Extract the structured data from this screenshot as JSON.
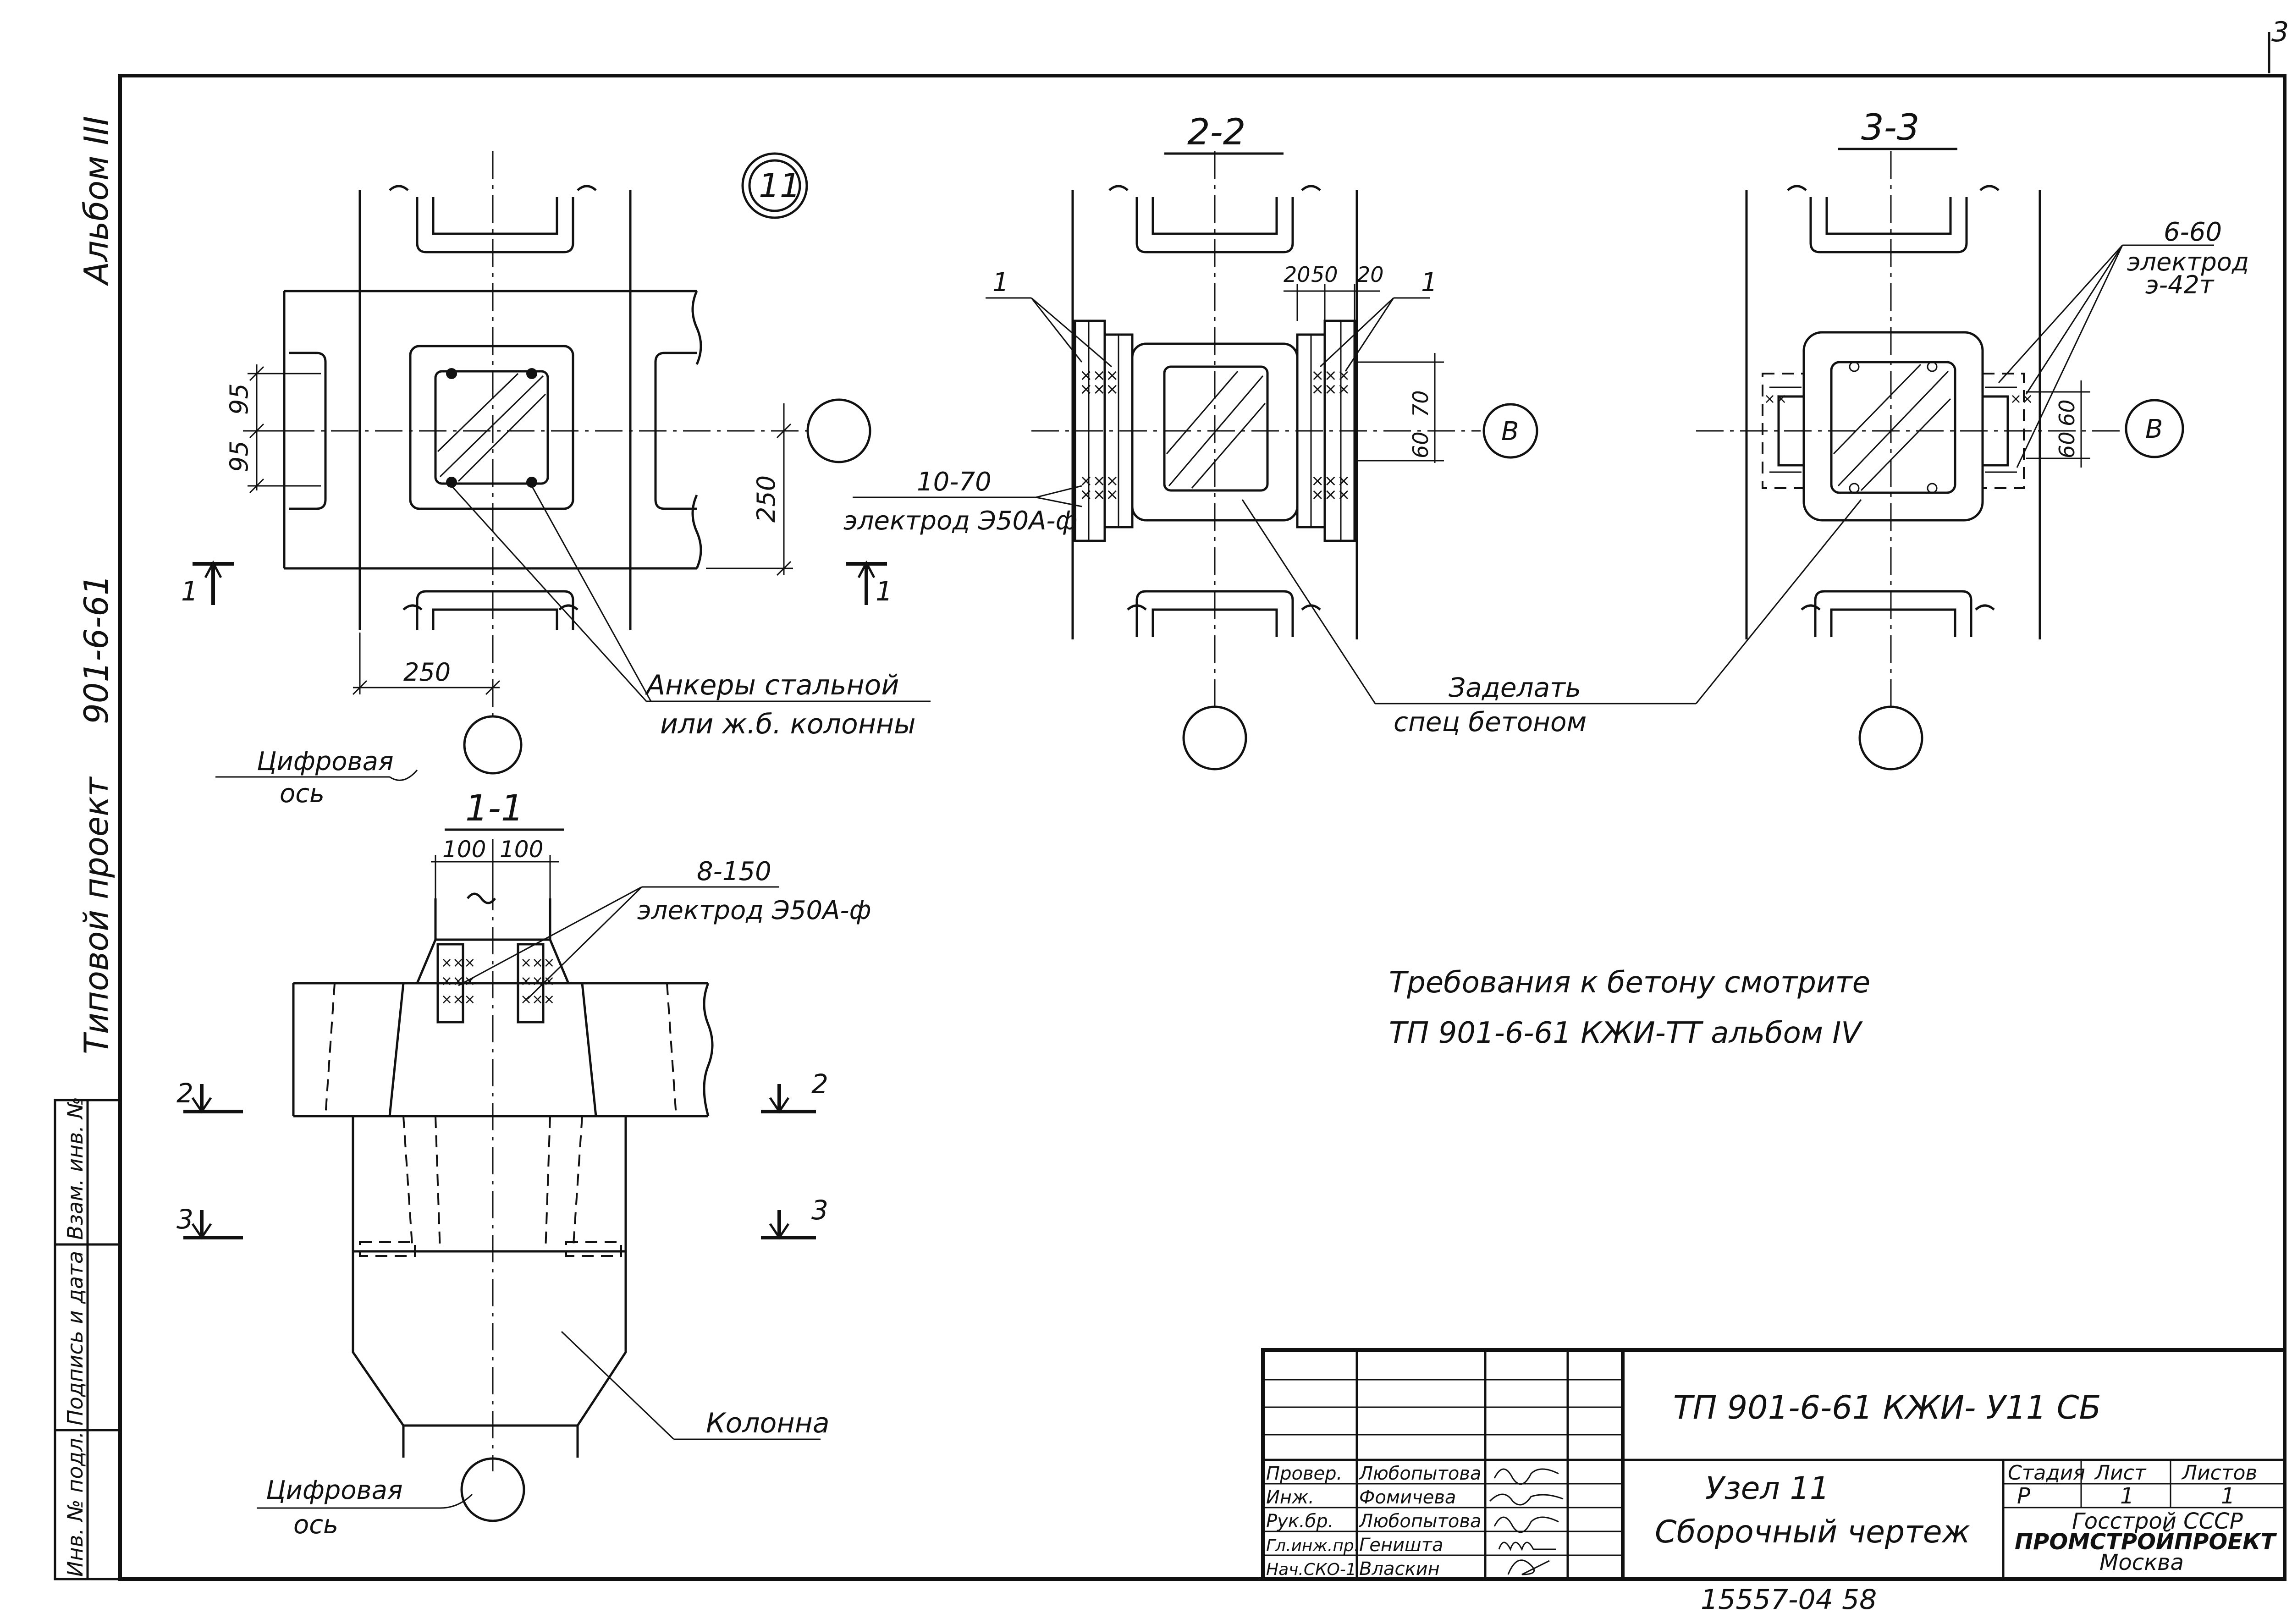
{
  "side": {
    "album": "Альбом III",
    "project_code": "901-6-61",
    "project_kind": "Типовой   проект"
  },
  "margin_page_num": "3",
  "node_circle": "11",
  "sections": {
    "s22": "2-2",
    "s33": "3-3",
    "s11": "1-1"
  },
  "plan": {
    "dim_95_top": "95",
    "dim_95_bot": "95",
    "dim_250_v": "250",
    "dim_250_h": "250",
    "cut_left": "1",
    "cut_right": "1",
    "anchors_line1": "Анкеры   стальной",
    "anchors_line2": "или   ж.б.  колонны",
    "axis_line1": "Цифровая",
    "axis_line2": "ось"
  },
  "section22": {
    "dim_20a": "20",
    "dim_50": "50",
    "dim_20b": "20",
    "dim_70": "70",
    "dim_60": "60",
    "leader_1a": "1",
    "leader_1b": "1",
    "weld_10_70": "10-70",
    "electrode_e50": "электрод  Э50А-ф",
    "axis_b": "В",
    "fill_line1": "Заделать",
    "fill_line2": "спец      бетоном"
  },
  "section33": {
    "weld_6_60": "6-60",
    "electrode_label": "электрод",
    "electrode_e42": "э-42т",
    "dim_60a": "60",
    "dim_60b": "60",
    "axis_b": "В"
  },
  "section11": {
    "dim_100a": "100",
    "dim_100b": "100",
    "weld_8_150": "8-150",
    "electrode_e50": "электрод  Э50А-ф",
    "cut2_left": "2",
    "cut2_right": "2",
    "cut3_left": "3",
    "cut3_right": "3",
    "column": "Колонна",
    "axis_line1": "Цифровая",
    "axis_line2": "ось"
  },
  "note": {
    "line1": "Требования    к  бетону     смотрите",
    "line2": "ТП 901-6-61     КЖИ-ТТ      альбом IV"
  },
  "left_strip": {
    "inv_podl": "Инв. № подл.",
    "sign_date": "Подпись и дата",
    "vzam_inv": "Взам. инв. №"
  },
  "title_block": {
    "doc_code": "ТП 901-6-61     КЖИ- У11    СБ",
    "title1": "Узел  11",
    "title2": "Сборочный    чертеж",
    "stage_h": "Стадия",
    "sheet_h": "Лист",
    "sheets_h": "Листов",
    "stage": "Р",
    "sheet": "1",
    "sheets": "1",
    "org1": "Госстрой   СССР",
    "org2": "ПРОМСТРОЙПРОЕКТ",
    "org3": "Москва",
    "people": [
      {
        "role": "Провер.",
        "name": "Любопытова"
      },
      {
        "role": "Инж.",
        "name": "Фомичева"
      },
      {
        "role": "Рук.бр.",
        "name": "Любопытова"
      },
      {
        "role": "Гл.инж.пр.",
        "name": "Геништа"
      },
      {
        "role": "Нач.СКО-1",
        "name": "Власкин"
      }
    ]
  },
  "bottom_number": "15557-04   58"
}
